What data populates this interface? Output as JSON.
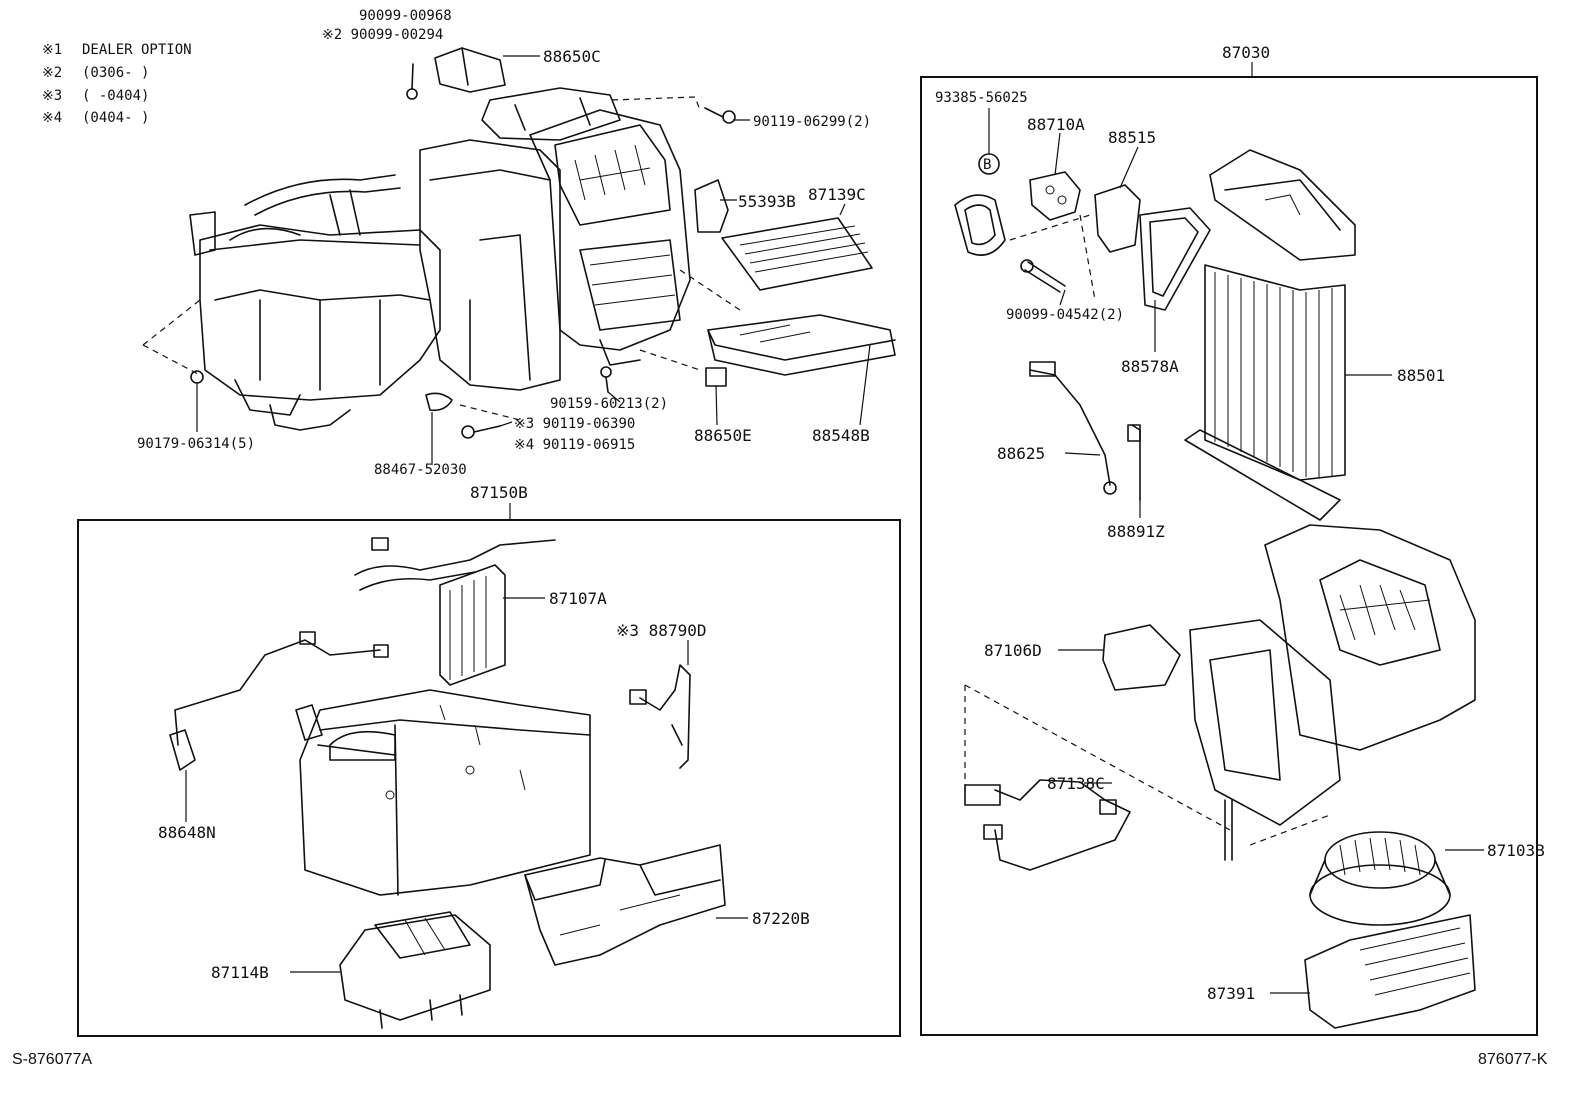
{
  "notes": [
    {
      "key": "※1",
      "text": "DEALER OPTION"
    },
    {
      "key": "※2",
      "text": "(0306-     )"
    },
    {
      "key": "※3",
      "text": "(     -0404)"
    },
    {
      "key": "※4",
      "text": "(0404-     )"
    }
  ],
  "group_labels": {
    "assembly_top": "87030",
    "heater_unit": "87150B"
  },
  "parts": {
    "p90099_00968": "90099-00968",
    "p90099_00294": "※2 90099-00294",
    "p88650C": "88650C",
    "p90119_06299": "90119-06299(2)",
    "p55393B": "55393B",
    "p87139C": "87139C",
    "p88548B": "88548B",
    "p88650E": "88650E",
    "p90159_60213": "90159-60213(2)",
    "p90119_06390": "※3 90119-06390",
    "p90119_06915": "※4 90119-06915",
    "p88467_52030": "88467-52030",
    "p90179_06314": "90179-06314(5)",
    "p87107A": "87107A",
    "p88790D": "※3 88790D",
    "p88648N": "88648N",
    "p87220B": "87220B",
    "p87114B": "87114B",
    "p93385_56025": "93385-56025",
    "p88710A": "88710A",
    "p88515": "88515",
    "pB": "B",
    "p90099_04542": "90099-04542(2)",
    "p88578A": "88578A",
    "p88501": "88501",
    "p88625": "88625",
    "p88891Z": "88891Z",
    "p87106D": "87106D",
    "p87138C": "87138C",
    "p87103B": "87103B",
    "p87391": "87391"
  },
  "footer": {
    "left": "S-876077A",
    "right": "876077-K"
  }
}
